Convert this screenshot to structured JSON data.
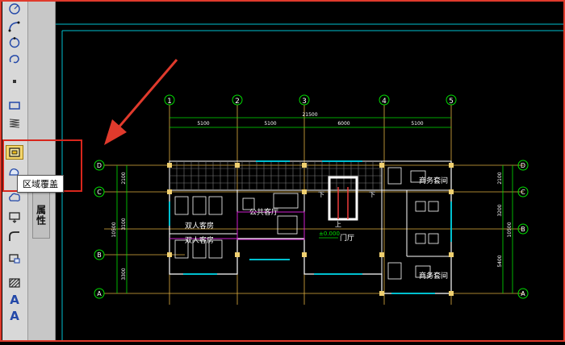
{
  "tooltip": {
    "text": "区域覆盖"
  },
  "panel": {
    "properties_tab": "属性"
  },
  "toolbar": {
    "tools": [
      {
        "name": "arc-center-icon"
      },
      {
        "name": "arc-icon"
      },
      {
        "name": "arc-3pt-icon"
      },
      {
        "name": "revision-cloud-icon"
      },
      {
        "name": "point-icon"
      },
      {
        "name": "rectangle-icon"
      },
      {
        "name": "spring-icon"
      },
      {
        "name": "wipeout-icon"
      },
      {
        "name": "region-icon"
      },
      {
        "name": "cloud-icon"
      },
      {
        "name": "stretch-icon"
      },
      {
        "name": "fillet-icon"
      },
      {
        "name": "screen-icon"
      },
      {
        "name": "hatch-icon"
      },
      {
        "name": "text-icon"
      },
      {
        "name": "mtext-icon"
      }
    ],
    "text_glyph": "A"
  },
  "drawing": {
    "column_axes": [
      "1",
      "2",
      "3",
      "4",
      "5"
    ],
    "row_axes": [
      "D",
      "C",
      "B",
      "A"
    ],
    "total_dim": "21500",
    "span_dims": [
      "5100",
      "5100",
      "6000",
      "5100"
    ],
    "left_dims": [
      "2100",
      "3100",
      "3300"
    ],
    "left_total": "10500",
    "right_dims": [
      "2100",
      "3200",
      "5400"
    ],
    "right_total": "10500",
    "rooms": {
      "public_living": "公共客厅",
      "double_guest_1": "双人客房",
      "double_guest_2": "双人客房",
      "business_suite_1": "商务套间",
      "business_suite_2": "商务套间",
      "lobby": "门厅",
      "down_1": "下",
      "down_2": "下",
      "up": "上"
    },
    "elevation": "±0.000"
  },
  "colors": {
    "accent_red": "#d8261c",
    "cad_bg": "#000000",
    "axis_green": "#00e000",
    "wall_white": "#ffffff",
    "window_cyan": "#00c0d0"
  }
}
